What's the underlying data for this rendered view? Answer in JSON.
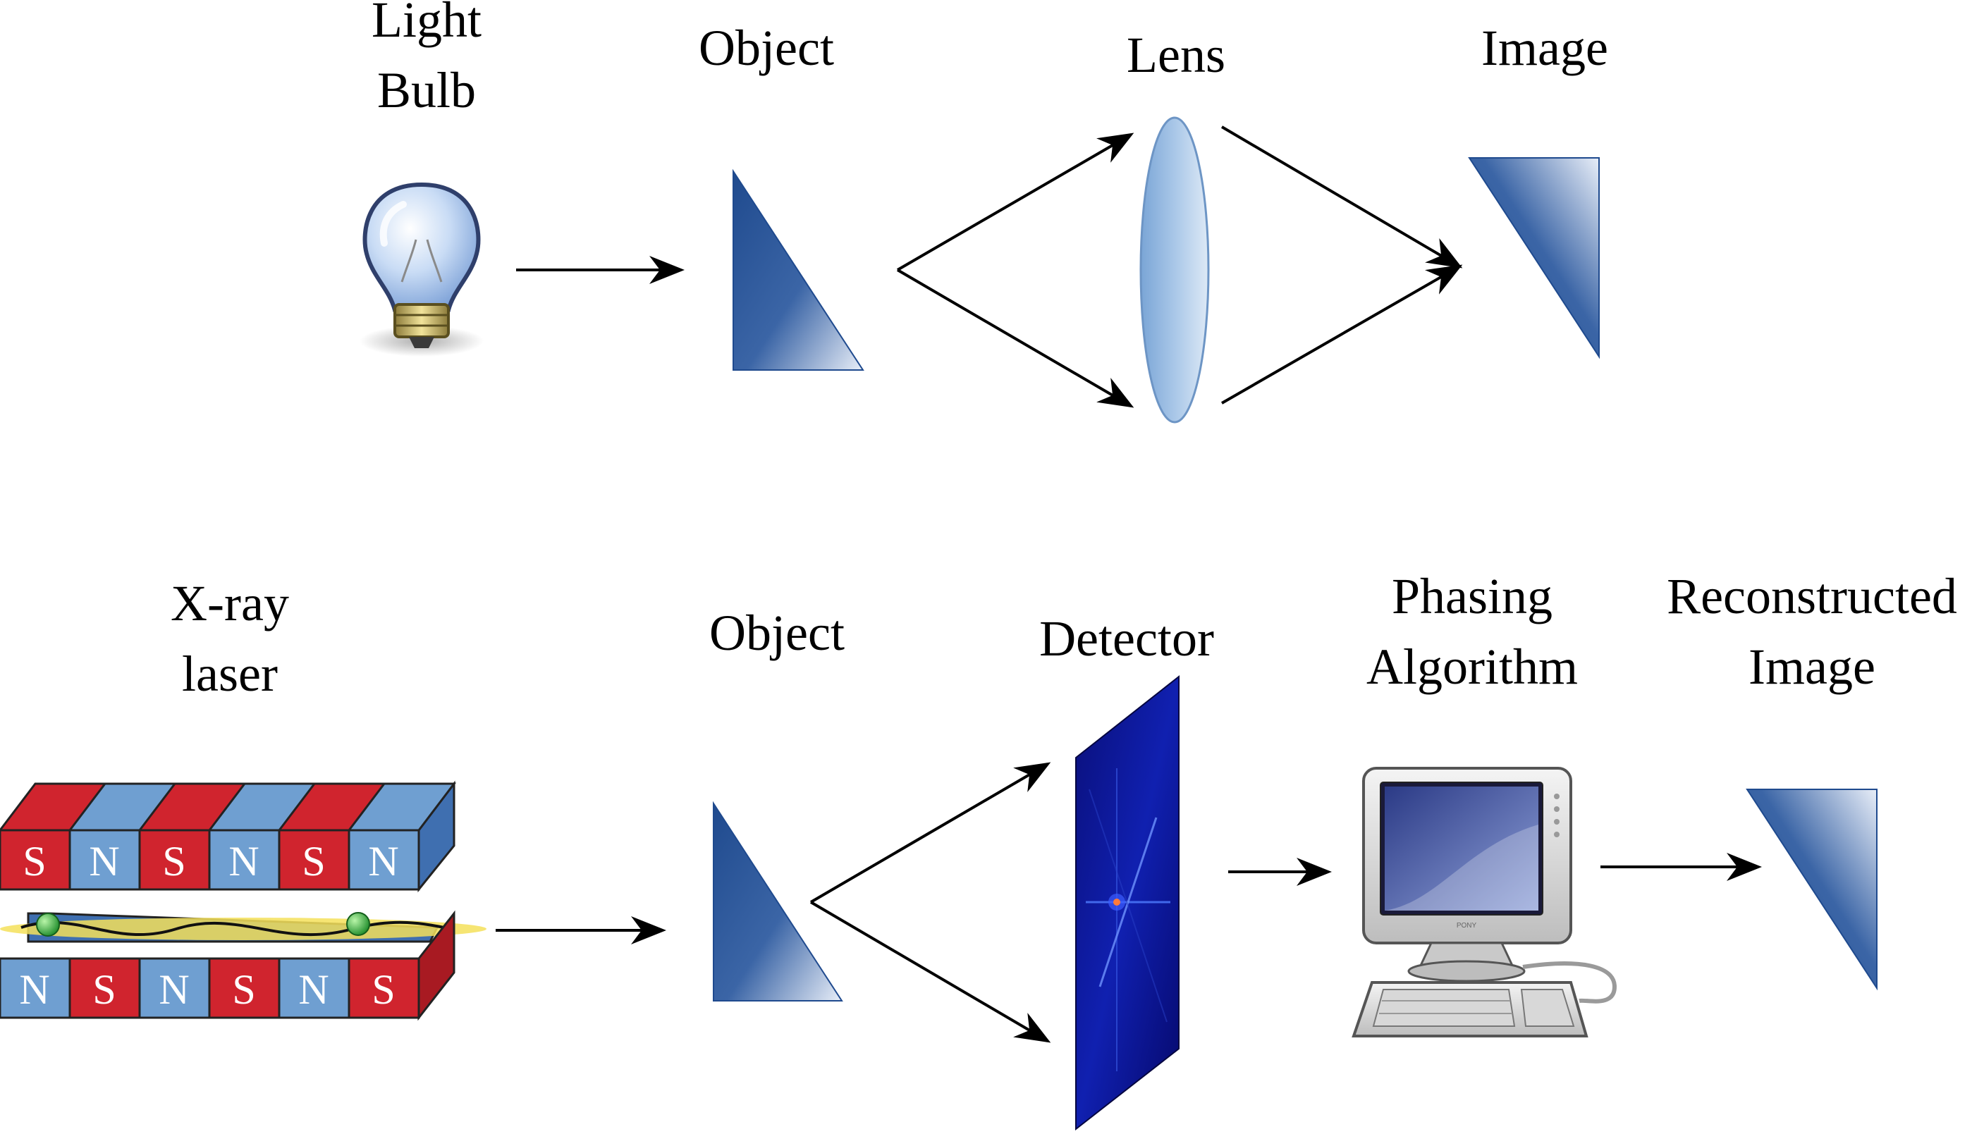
{
  "colors": {
    "triangle_dark": "#1f4a8e",
    "lens": "#9ec0e4",
    "magnet_red": "#d0242e",
    "magnet_blue": "#6f9fd1",
    "detector": "#0b0f8a",
    "beam": "#f5e15a",
    "arrow": "#000000"
  },
  "optical_setup": {
    "source_label_line1": "Light",
    "source_label_line2": "Bulb",
    "object_label": "Object",
    "lens_label": "Lens",
    "image_label": "Image",
    "source_icon": "light-bulb-icon"
  },
  "xray_setup": {
    "source_label_line1": "X-ray",
    "source_label_line2": "laser",
    "object_label": "Object",
    "detector_label": "Detector",
    "phasing_label_line1": "Phasing",
    "phasing_label_line2": "Algorithm",
    "reconstructed_label_line1": "Reconstructed",
    "reconstructed_label_line2": "Image",
    "computer_brand": "PONY",
    "source_icon": "undulator-icon",
    "computer_icon": "computer-icon",
    "top_magnets": [
      "S",
      "N",
      "S",
      "N",
      "S",
      "N"
    ],
    "bottom_magnets": [
      "N",
      "S",
      "N",
      "S",
      "N",
      "S"
    ]
  }
}
